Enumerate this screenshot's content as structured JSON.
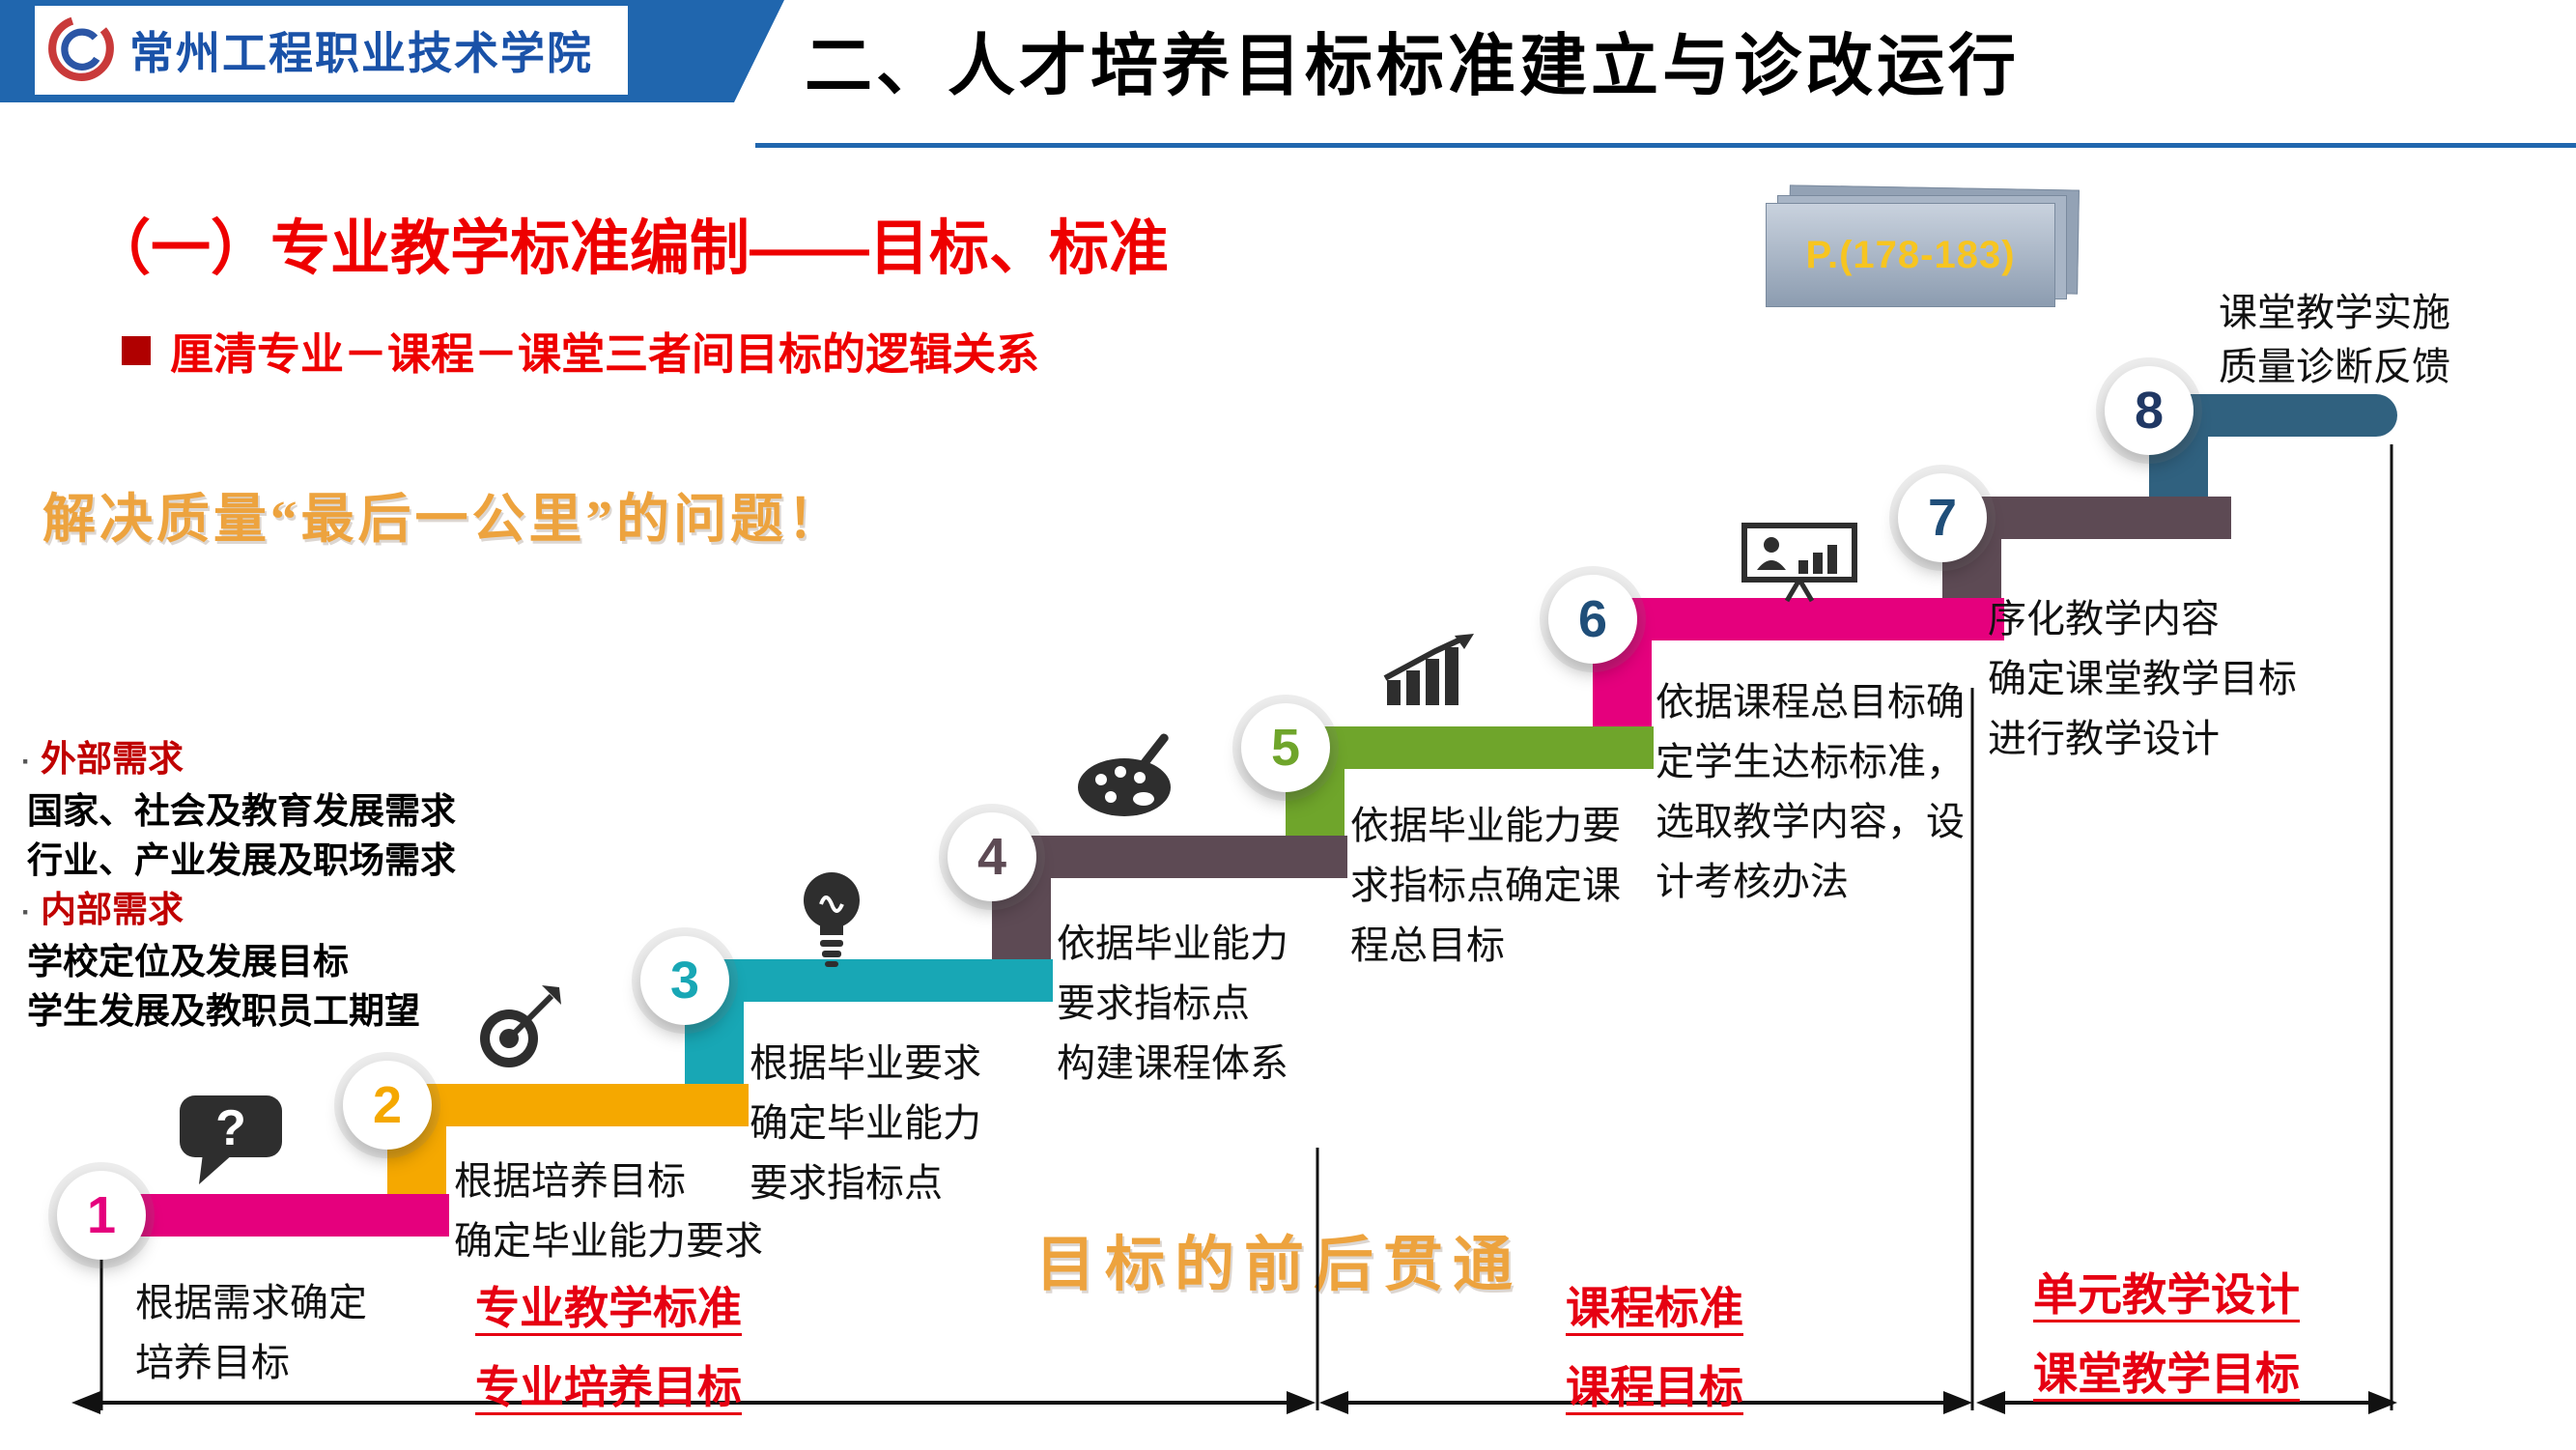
{
  "header": {
    "school_name": "常州工程职业技术学院",
    "title": "二、人才培养目标标准建立与诊改运行"
  },
  "section": {
    "heading": "（一）专业教学标准编制——目标、标准",
    "subheading": "厘清专业－课程－课堂三者间目标的逻辑关系",
    "page_badge": "P.(178-183)",
    "slogan_quality": "解决质量“最后一公里”的问题！",
    "slogan_through": "目标的前后贯通"
  },
  "needs": {
    "bullet": "·",
    "external_label": "外部需求",
    "external_items": [
      "国家、社会及教育发展需求",
      "行业、产业发展及职场需求"
    ],
    "internal_label": "内部需求",
    "internal_items": [
      "学校定位及发展目标",
      "学生发展及教职员工期望"
    ]
  },
  "steps": [
    {
      "num": "1",
      "text": "根据需求确定\n培养目标",
      "color": "#E5007D",
      "num_color": "#E5007D",
      "icon": "question-bubble"
    },
    {
      "num": "2",
      "text": "根据培养目标\n确定毕业能力要求",
      "color": "#F5A800",
      "num_color": "#F5A800",
      "icon": "dart-target"
    },
    {
      "num": "3",
      "text": "根据毕业要求\n确定毕业能力\n要求指标点",
      "color": "#18A7B5",
      "num_color": "#18A7B5",
      "icon": "lightbulb"
    },
    {
      "num": "4",
      "text": "依据毕业能力\n要求指标点\n构建课程体系",
      "color": "#5D4A54",
      "num_color": "#5D4A54",
      "icon": "palette"
    },
    {
      "num": "5",
      "text": "依据毕业能力要\n求指标点确定课\n程总目标",
      "color": "#6FA52B",
      "num_color": "#6FA52B",
      "icon": "growth-chart"
    },
    {
      "num": "6",
      "text": "依据课程总目标确\n定学生达标标准，\n选取教学内容，设\n计考核办法",
      "color": "#E5007D",
      "num_color": "#1F4E79",
      "icon": "presentation-board"
    },
    {
      "num": "7",
      "text": "序化教学内容\n确定课堂教学目标\n进行教学设计",
      "color": "#5D4A54",
      "num_color": "#1F4E79",
      "icon": ""
    },
    {
      "num": "8",
      "text": "课堂教学实施\n质量诊断反馈",
      "color": "#30617F",
      "num_color": "#203864",
      "icon": ""
    }
  ],
  "footer": {
    "groups": [
      {
        "line1": "专业教学标准",
        "line2": "专业培养目标"
      },
      {
        "line1": "课程标准",
        "line2": "课程目标"
      },
      {
        "line1": "单元教学设计",
        "line2": "课堂教学目标"
      }
    ]
  }
}
